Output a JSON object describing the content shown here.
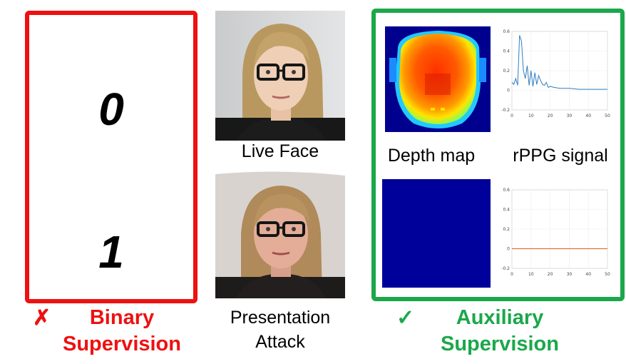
{
  "binary": {
    "label_zero": "0",
    "label_one": "1",
    "mark": "✗",
    "title_line1": "Binary",
    "title_line2": "Supervision",
    "color": "#ee1111"
  },
  "faces": {
    "live_caption": "Live Face",
    "attack_caption_line1": "Presentation",
    "attack_caption_line2": "Attack"
  },
  "auxiliary": {
    "mark": "✓",
    "title_line1": "Auxiliary",
    "title_line2": "Supervision",
    "color": "#1aa84a",
    "depth_caption": "Depth map",
    "rppg_caption": "rPPG signal"
  },
  "chart_data": [
    {
      "type": "line",
      "title": "",
      "xlabel": "",
      "ylabel": "",
      "xlim": [
        0,
        50
      ],
      "ylim": [
        -0.2,
        0.6
      ],
      "xticks": [
        0,
        10,
        20,
        30,
        40,
        50
      ],
      "yticks": [
        -0.2,
        0,
        0.2,
        0.4,
        0.6
      ],
      "grid": true,
      "series": [
        {
          "color": "#2f7fc1",
          "x": [
            0,
            1,
            2,
            3,
            4,
            5,
            6,
            7,
            8,
            9,
            10,
            11,
            12,
            13,
            14,
            15,
            16,
            17,
            18,
            19,
            20,
            22,
            25,
            30,
            35,
            40,
            45,
            50
          ],
          "y": [
            0.08,
            0.06,
            0.12,
            0.05,
            0.56,
            0.5,
            0.2,
            0.12,
            0.25,
            0.05,
            0.2,
            0.04,
            0.18,
            0.06,
            0.15,
            0.1,
            0.06,
            0.05,
            0.08,
            0.03,
            0.04,
            0.03,
            0.02,
            0.02,
            0.01,
            0.01,
            0.01,
            0.01
          ]
        }
      ]
    },
    {
      "type": "line",
      "title": "",
      "xlabel": "",
      "ylabel": "",
      "xlim": [
        0,
        50
      ],
      "ylim": [
        -0.2,
        0.6
      ],
      "xticks": [
        0,
        10,
        20,
        30,
        40,
        50
      ],
      "yticks": [
        -0.2,
        0,
        0.2,
        0.4,
        0.6
      ],
      "grid": true,
      "series": [
        {
          "color": "#e05a1e",
          "x": [
            0,
            50
          ],
          "y": [
            0,
            0
          ]
        }
      ]
    }
  ]
}
